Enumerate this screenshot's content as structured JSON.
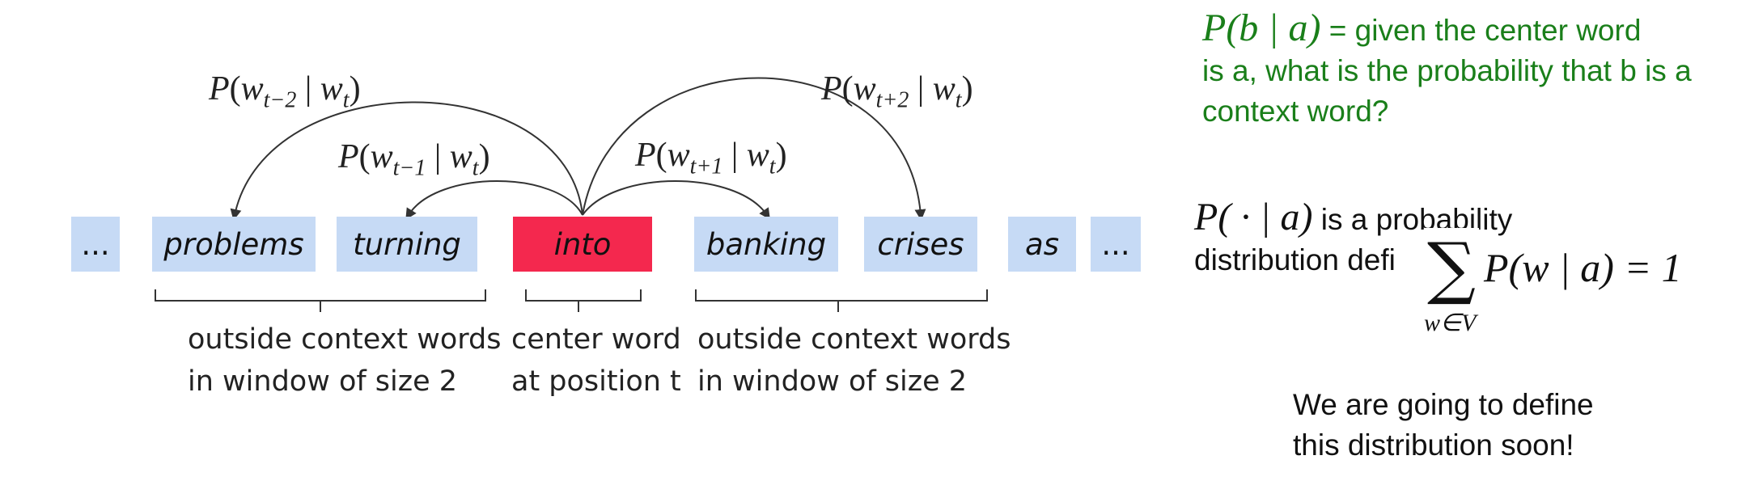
{
  "words": [
    {
      "text": "...",
      "kind": "context-ellipsis"
    },
    {
      "text": "problems",
      "kind": "context"
    },
    {
      "text": "turning",
      "kind": "context"
    },
    {
      "text": "into",
      "kind": "center"
    },
    {
      "text": "banking",
      "kind": "context"
    },
    {
      "text": "crises",
      "kind": "context"
    },
    {
      "text": "as",
      "kind": "other"
    },
    {
      "text": "...",
      "kind": "context-ellipsis"
    }
  ],
  "arcs": {
    "t_minus_2": {
      "P": "P",
      "w": "w",
      "sub": "t−2",
      "bar": "|",
      "w2": "w",
      "sub2": "t"
    },
    "t_minus_1": {
      "P": "P",
      "w": "w",
      "sub": "t−1",
      "bar": "|",
      "w2": "w",
      "sub2": "t"
    },
    "t_plus_1": {
      "P": "P",
      "w": "w",
      "sub": "t+1",
      "bar": "|",
      "w2": "w",
      "sub2": "t"
    },
    "t_plus_2": {
      "P": "P",
      "w": "w",
      "sub": "t+2",
      "bar": "|",
      "w2": "w",
      "sub2": "t"
    }
  },
  "brace_labels": {
    "left": [
      "outside context words",
      "in window of size 2"
    ],
    "center": [
      "center word",
      "at position t"
    ],
    "right": [
      "outside context words",
      "in window of size 2"
    ]
  },
  "notes": {
    "green_formula": "P(b  |  a)",
    "green_line1": " = given the center word",
    "green_line2": "is a, what is the probability that b is a",
    "green_line3": "context word?",
    "black_formula": "P( · | a)",
    "black_line1": " is a probability",
    "black_line2": "distribution defi",
    "sum_symbol": "∑",
    "sum_sub": "w∈V",
    "sum_expr": "P(w | a) = 1",
    "footer_line1": "We are going to define",
    "footer_line2": "this distribution soon!"
  },
  "colors": {
    "context_box": "#c6daf5",
    "center_box": "#f4284e",
    "note_green": "#1a7f1a"
  }
}
